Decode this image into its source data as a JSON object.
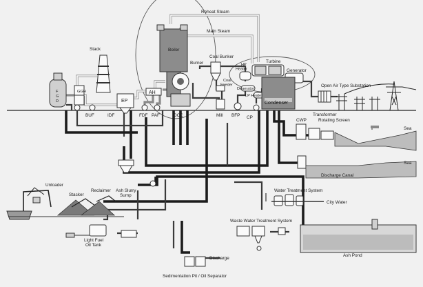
{
  "labels": {
    "reheat_steam": "Reheat Steam",
    "main_steam": "Main Steam",
    "boiler": "Boiler",
    "burner": "Burner",
    "coal_bunker": "Coal Bunker",
    "coal_feeder": "Coal\nFeeder",
    "stack": "Stack",
    "fgd": "FGD",
    "ggh": "GGH",
    "ep": "EP",
    "ah": "AH",
    "buf": "BUF",
    "idf": "IDF",
    "fdf": "FDF",
    "paf": "PAF",
    "dcc": "DCC",
    "mill": "Mill",
    "bfp": "BFP",
    "hp_heater": "HP\nHeater",
    "deaerator": "Deaerator",
    "lp_heater": "LP Heater",
    "turbine": "Turbine",
    "generator": "Generator",
    "condenser": "Condenser",
    "cp": "CP",
    "transformer": "Transformer",
    "open_air_substation": "Open Air Type Substation",
    "cwp": "CWP",
    "rotating_screen": "Rotating Screen",
    "sea_upper": "Sea",
    "sea_lower": "Sea",
    "discharge_canal": "Discharge Canal",
    "water_treatment": "Water Treatment System",
    "city_water": "City Water",
    "unloader": "Unloader",
    "stacker": "Stacker",
    "reclaimer": "Reclaimer",
    "ash_slurry_sump": "Ash Slurry\nSump",
    "light_fuel_oil_tank": "Light Fuel\nOil Tank",
    "waste_water_treatment": "Waste Water Treatment System",
    "ash_pond": "Ash Pond",
    "discharge": "Discharge",
    "sedimentation_pit": "Sedimentation Pit / Oil Separator"
  }
}
